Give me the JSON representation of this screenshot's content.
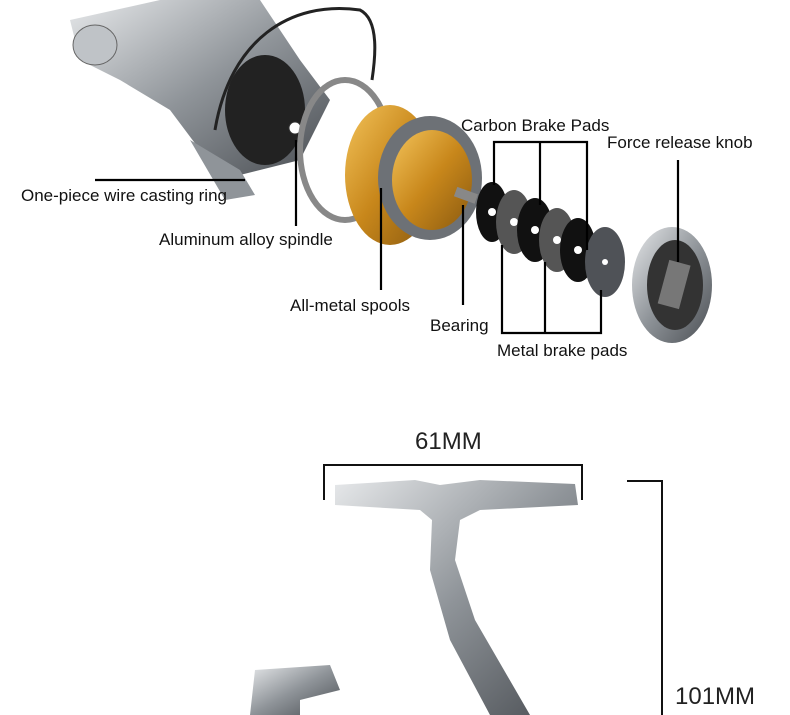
{
  "exploded_view": {
    "labels": {
      "casting_ring": "One-piece wire casting ring",
      "spindle": "Aluminum alloy spindle",
      "spools": "All-metal spools",
      "bearing": "Bearing",
      "carbon_pads": "Carbon Brake Pads",
      "knob": "Force release knob",
      "metal_pads": "Metal brake pads"
    }
  },
  "dimensions": {
    "handle_width": "61MM",
    "height": "101MM"
  },
  "colors": {
    "spool_gold": "#d49a2a",
    "metal": "#a9adb2",
    "pad_black": "#111111",
    "pad_grey": "#555555"
  }
}
